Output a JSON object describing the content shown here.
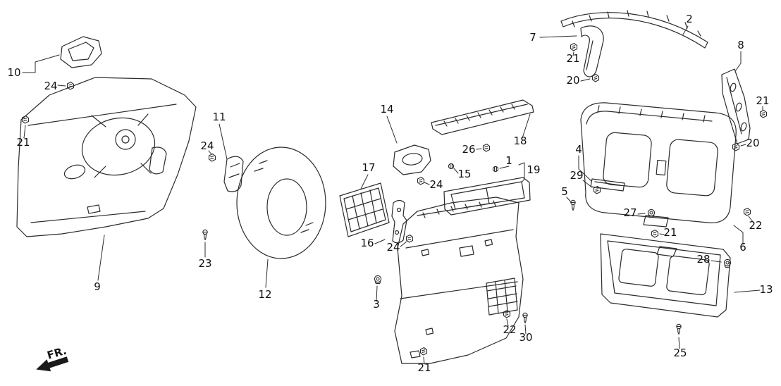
{
  "diagram": {
    "fr_label": "FR.",
    "callouts": [
      {
        "label": "10"
      },
      {
        "label": "24"
      },
      {
        "label": "21"
      },
      {
        "label": "11"
      },
      {
        "label": "24"
      },
      {
        "label": "23"
      },
      {
        "label": "9"
      },
      {
        "label": "12"
      },
      {
        "label": "17"
      },
      {
        "label": "16"
      },
      {
        "label": "24"
      },
      {
        "label": "14"
      },
      {
        "label": "24"
      },
      {
        "label": "15"
      },
      {
        "label": "26"
      },
      {
        "label": "18"
      },
      {
        "label": "1"
      },
      {
        "label": "19"
      },
      {
        "label": "3"
      },
      {
        "label": "22"
      },
      {
        "label": "30"
      },
      {
        "label": "21"
      },
      {
        "label": "7"
      },
      {
        "label": "21"
      },
      {
        "label": "20"
      },
      {
        "label": "2"
      },
      {
        "label": "8"
      },
      {
        "label": "21"
      },
      {
        "label": "20"
      },
      {
        "label": "4"
      },
      {
        "label": "29"
      },
      {
        "label": "5"
      },
      {
        "label": "27"
      },
      {
        "label": "21"
      },
      {
        "label": "22"
      },
      {
        "label": "6"
      },
      {
        "label": "28"
      },
      {
        "label": "13"
      },
      {
        "label": "25"
      }
    ]
  }
}
